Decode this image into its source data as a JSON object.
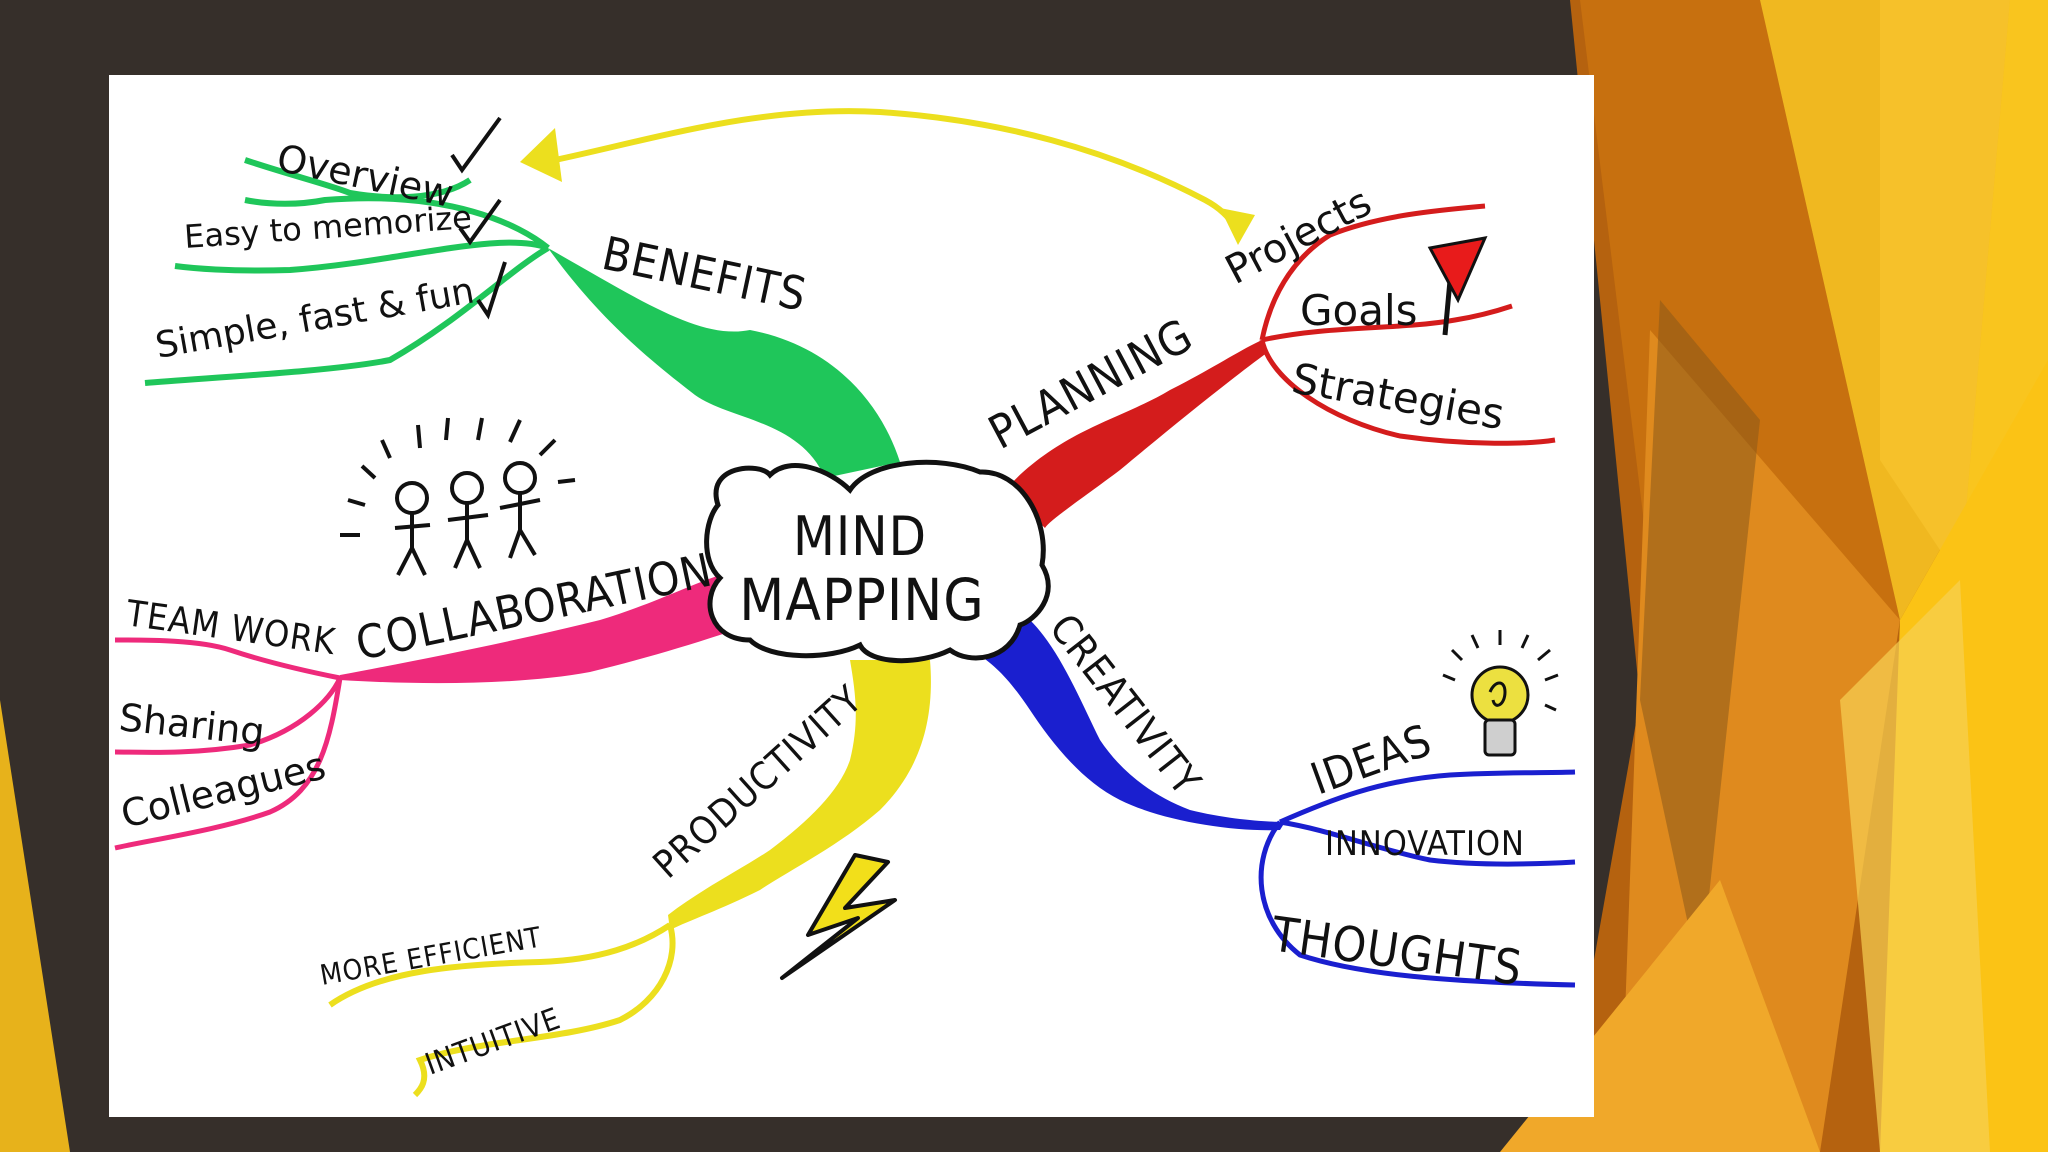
{
  "center": {
    "line1": "MIND",
    "line2": "MAPPING"
  },
  "branches": {
    "benefits": {
      "label": "BENEFITS",
      "color": "#1fc65a",
      "items": [
        "Overview",
        "Easy to memorize",
        "Simple, fast & fun"
      ]
    },
    "planning": {
      "label": "PLANNING",
      "color": "#d41c1c",
      "items": [
        "Projects",
        "Goals",
        "Strategies"
      ]
    },
    "collaboration": {
      "label": "COLLABORATION",
      "color": "#ee2a7b",
      "items": [
        "TEAM WORK",
        "Sharing",
        "Colleagues"
      ]
    },
    "creativity": {
      "label": "CREATIVITY",
      "color": "#1a1fcf",
      "items": [
        "IDEAS",
        "INNOVATION",
        "THOUGHTS"
      ]
    },
    "productivity": {
      "label": "PRODUCTIVITY",
      "color": "#ecdf1e",
      "items": [
        "MORE EFFICIENT",
        "INTUITIVE"
      ]
    }
  },
  "theme": {
    "background": "#362f2a",
    "card": "#ffffff",
    "accent_yellow": "#f5c518",
    "accent_orange": "#e08a1a"
  }
}
